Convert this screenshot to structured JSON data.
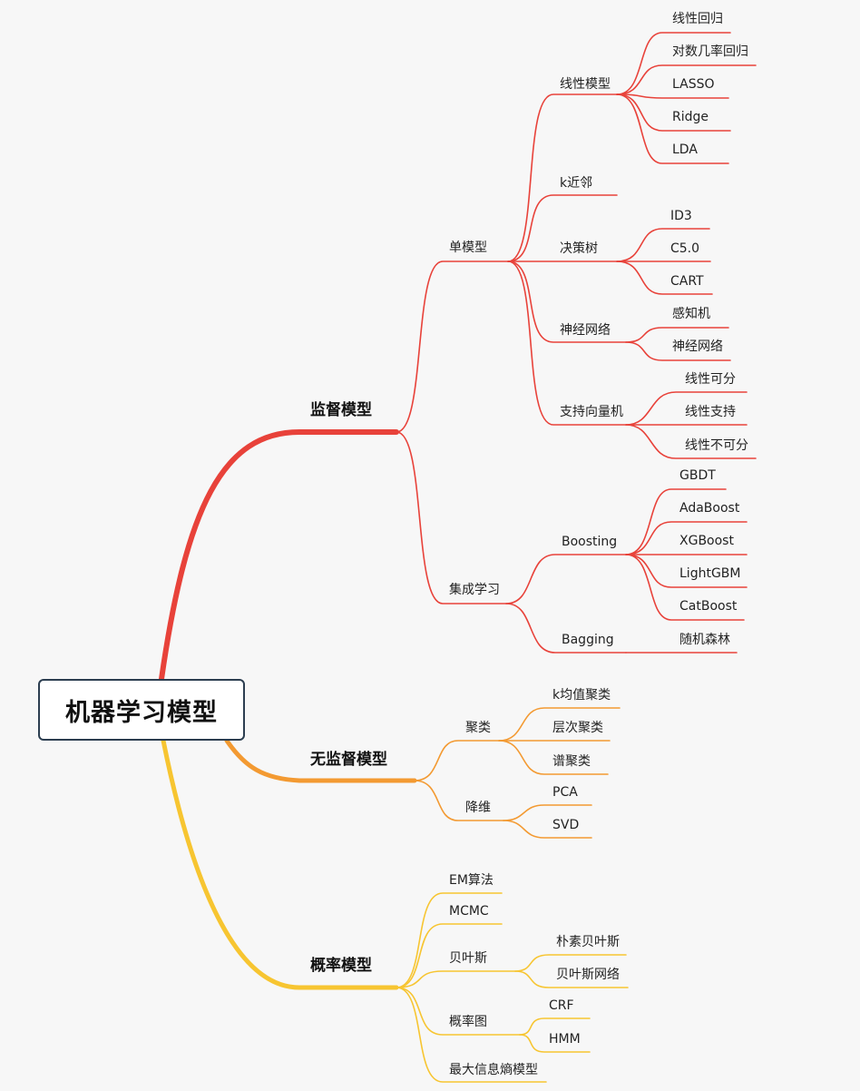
{
  "root": "机器学习模型",
  "branches": {
    "supervised": {
      "label": "监督模型",
      "color": "#e8423a",
      "single": {
        "label": "单模型",
        "linear": {
          "label": "线性模型",
          "items": [
            "线性回归",
            "对数几率回归",
            "LASSO",
            "Ridge",
            "LDA"
          ]
        },
        "knn": {
          "label": "k近邻"
        },
        "tree": {
          "label": "决策树",
          "items": [
            "ID3",
            "C5.0",
            "CART"
          ]
        },
        "nn": {
          "label": "神经网络",
          "items": [
            "感知机",
            "神经网络"
          ]
        },
        "svm": {
          "label": "支持向量机",
          "items": [
            "线性可分",
            "线性支持",
            "线性不可分"
          ]
        }
      },
      "ensemble": {
        "label": "集成学习",
        "boosting": {
          "label": "Boosting",
          "items": [
            "GBDT",
            "AdaBoost",
            "XGBoost",
            "LightGBM",
            "CatBoost"
          ]
        },
        "bagging": {
          "label": "Bagging",
          "items": [
            "随机森林"
          ]
        }
      }
    },
    "unsupervised": {
      "label": "无监督模型",
      "color": "#f39a32",
      "clustering": {
        "label": "聚类",
        "items": [
          "k均值聚类",
          "层次聚类",
          "谱聚类"
        ]
      },
      "dimred": {
        "label": "降维",
        "items": [
          "PCA",
          "SVD"
        ]
      }
    },
    "probabilistic": {
      "label": "概率模型",
      "color": "#f7c531",
      "em": {
        "label": "EM算法"
      },
      "mcmc": {
        "label": "MCMC"
      },
      "bayes": {
        "label": "贝叶斯",
        "items": [
          "朴素贝叶斯",
          "贝叶斯网络"
        ]
      },
      "graph": {
        "label": "概率图",
        "items": [
          "CRF",
          "HMM"
        ]
      },
      "maxent": {
        "label": "最大信息熵模型"
      }
    }
  }
}
